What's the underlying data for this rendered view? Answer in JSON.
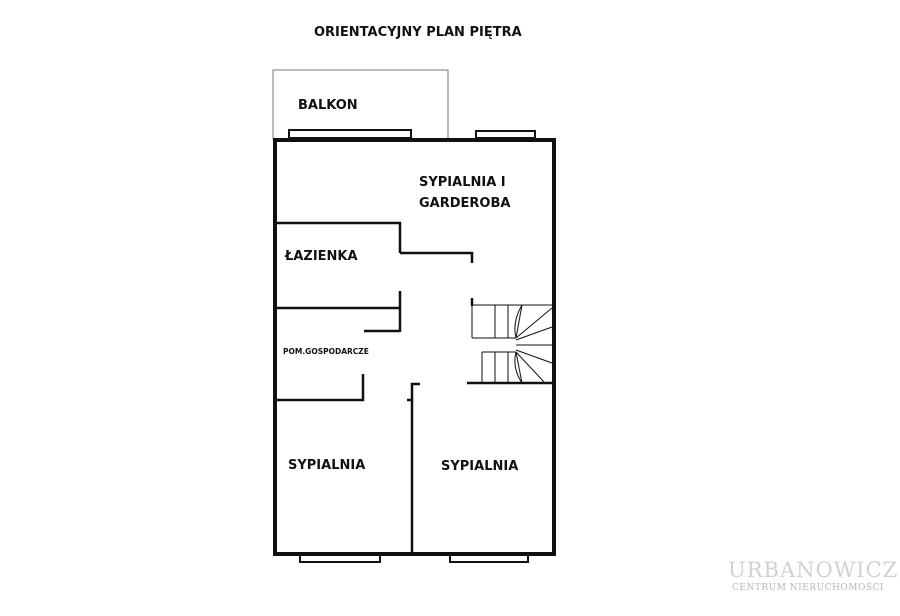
{
  "title": "ORIENTACYJNY PLAN PIĘTRA",
  "rooms": {
    "balkon": "BALKON",
    "sypialnia_garderoba_1": "SYPIALNIA I",
    "sypialnia_garderoba_2": "GARDEROBA",
    "lazienka": "ŁAZIENKA",
    "pom_gospodarcze": "POM.GOSPODARCZE",
    "sypialnia_left": "SYPIALNIA",
    "sypialnia_right": "SYPIALNIA"
  },
  "watermark": {
    "name": "URBANOWICZ",
    "subtitle": "CENTRUM NIERUCHOMOŚCI"
  },
  "colors": {
    "wall": "#111111",
    "watermark": "#e8e4e4"
  }
}
